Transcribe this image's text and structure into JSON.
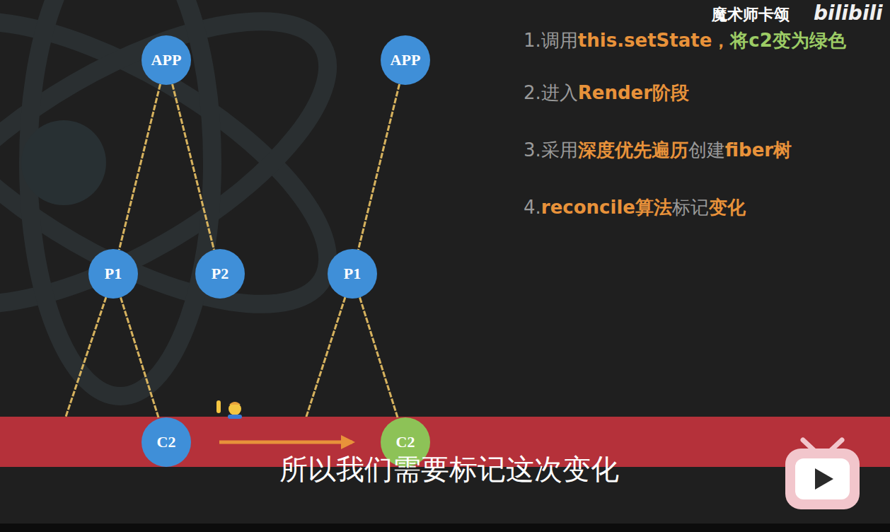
{
  "diagram": {
    "nodes": [
      {
        "text": [
          "APP"
        ]
      },
      {
        "text": [
          "P1"
        ]
      },
      {
        "text": [
          "P2"
        ]
      },
      {
        "text": [
          "C2"
        ]
      },
      {
        "text": [
          "APP"
        ]
      },
      {
        "text": [
          "P1"
        ]
      },
      {
        "text": [
          "C2"
        ]
      }
    ],
    "edges": [
      {
        "from": 0,
        "to": 1,
        "arrow": "none"
      },
      {
        "from": 0,
        "to": 2,
        "arrow": "none"
      },
      {
        "from": 1,
        "to": 3,
        "arrow": "none"
      },
      {
        "from": 4,
        "to": 5,
        "arrow": "none"
      },
      {
        "from": 5,
        "to": 6,
        "arrow": "none"
      },
      {
        "from": 3,
        "to": 6,
        "arrow": "to"
      }
    ],
    "labels": [
      "1.调用this.setState，将c2变为绿色",
      "2.进入Render阶段",
      "3.采用深度优先遍历创建fiber树",
      "4.reconcile算法标记变化",
      "所以我们需要标记这次变化",
      "魔术师卡颂",
      "bilibili"
    ]
  }
}
